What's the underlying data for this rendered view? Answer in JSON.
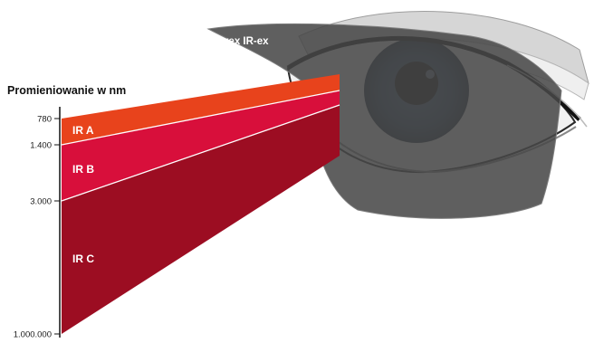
{
  "lens_label": "uvex IR-ex",
  "axis": {
    "title": "Promieniowanie w nm",
    "ticks": [
      "780",
      "1.400",
      "3.000",
      "1.000.000"
    ]
  },
  "bands": [
    {
      "label": "IR A",
      "color": "#e8431c"
    },
    {
      "label": "IR B",
      "color": "#d80f3b"
    },
    {
      "label": "IR C",
      "color": "#9c0d22"
    }
  ],
  "colors": {
    "lens": "#474747",
    "lens_rim": "#7d7d7d",
    "iris": "#2d4660",
    "pupil": "#0c0c0c"
  }
}
